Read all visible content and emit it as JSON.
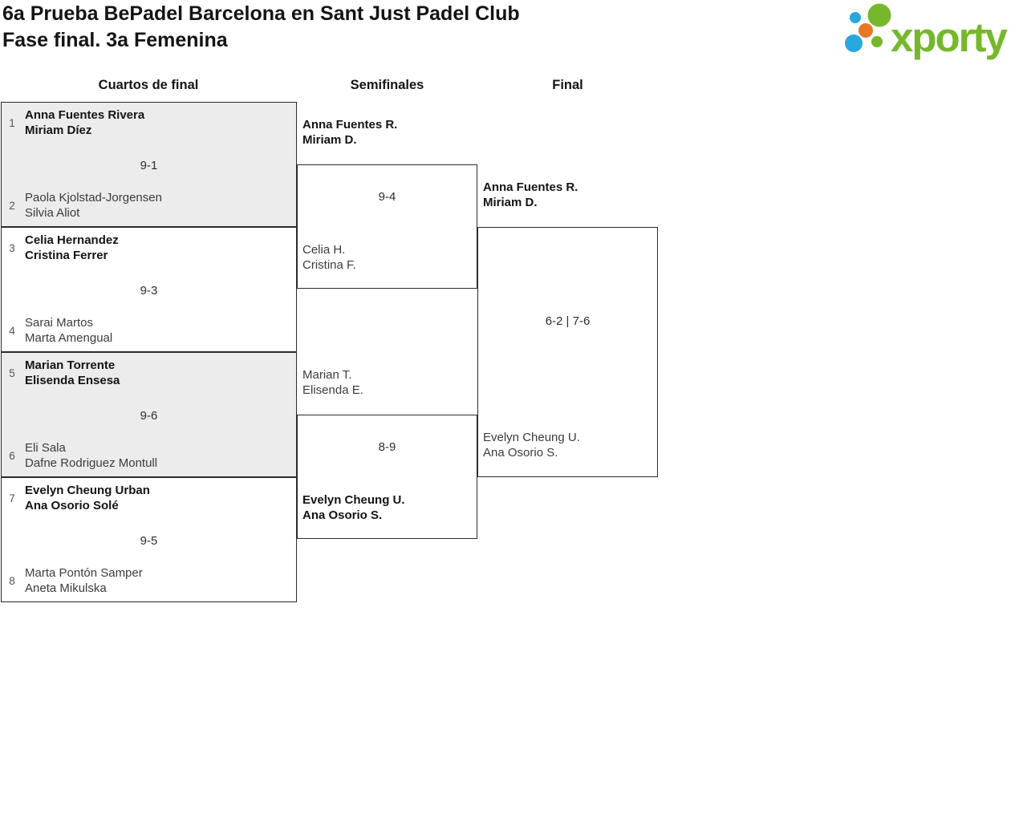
{
  "header": {
    "title_line1": "6a Prueba BePadel Barcelona en Sant Just Padel Club",
    "title_line2": "Fase final. 3a Femenina",
    "logo_text": "xporty"
  },
  "colors": {
    "brand_green": "#76b82a",
    "brand_blue": "#29a8e0",
    "brand_orange": "#e87722",
    "shaded_box": "#ececec",
    "box_border": "#2b2b2b"
  },
  "rounds": {
    "quarterfinals_label": "Cuartos de final",
    "semifinals_label": "Semifinales",
    "final_label": "Final"
  },
  "bracket": {
    "quarterfinals": [
      {
        "seed_top": "1",
        "top": [
          "Anna Fuentes Rivera",
          "Miriam Díez"
        ],
        "score": "9-1",
        "seed_bottom": "2",
        "bottom": [
          "Paola Kjolstad-Jorgensen",
          "Silvia Aliot"
        ]
      },
      {
        "seed_top": "3",
        "top": [
          "Celia Hernandez",
          "Cristina Ferrer"
        ],
        "score": "9-3",
        "seed_bottom": "4",
        "bottom": [
          "Sarai Martos",
          "Marta Amengual"
        ]
      },
      {
        "seed_top": "5",
        "top": [
          "Marian Torrente",
          "Elisenda Ensesa"
        ],
        "score": "9-6",
        "seed_bottom": "6",
        "bottom": [
          "Eli Sala",
          "Dafne Rodriguez Montull"
        ]
      },
      {
        "seed_top": "7",
        "top": [
          "Evelyn Cheung Urban",
          "Ana Osorio Solé"
        ],
        "score": "9-5",
        "seed_bottom": "8",
        "bottom": [
          "Marta Pontón Samper",
          "Aneta Mikulska"
        ]
      }
    ],
    "semifinals": [
      {
        "top": [
          "Anna Fuentes R.",
          "Miriam D."
        ],
        "score": "9-4",
        "bottom": [
          "Celia H.",
          "Cristina F."
        ]
      },
      {
        "top": [
          "Marian T.",
          "Elisenda E."
        ],
        "score": "8-9",
        "bottom": [
          "Evelyn Cheung U.",
          "Ana Osorio S."
        ]
      }
    ],
    "final": {
      "top": [
        "Anna Fuentes R.",
        "Miriam D."
      ],
      "score": "6-2 | 7-6",
      "bottom": [
        "Evelyn Cheung U.",
        "Ana Osorio S."
      ]
    }
  }
}
